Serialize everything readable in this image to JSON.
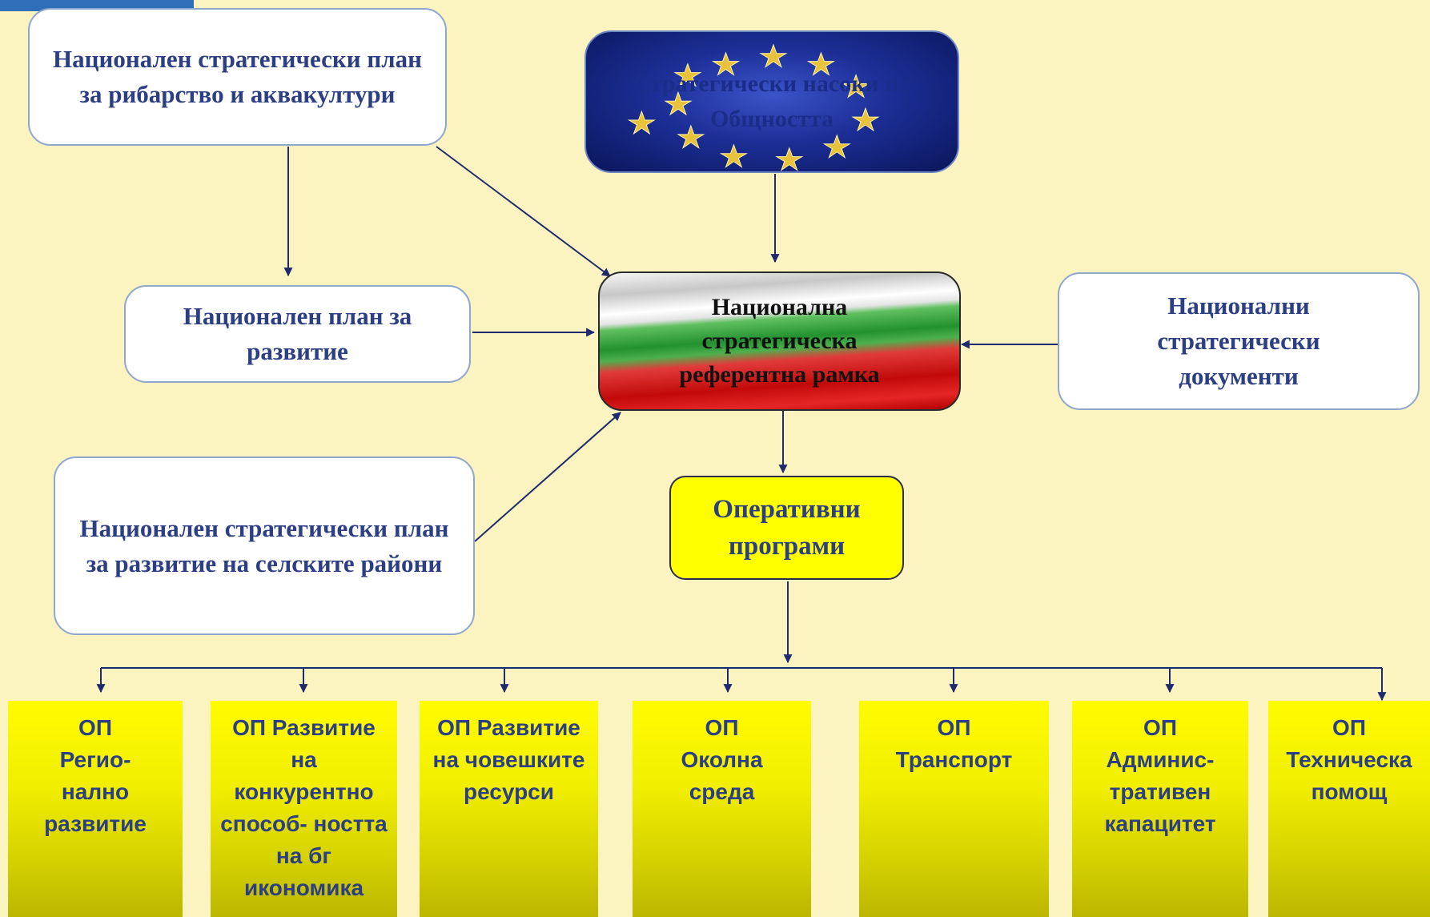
{
  "sources": {
    "fisheries_plan": "Национален стратегически план за рибарство и аквакултури",
    "development_plan": "Национален план за развитие",
    "rural_plan": "Национален стратегически план за развитие на селските райони",
    "national_documents": "Национални стратегически документи",
    "community_guidelines": "Стратегически насоки на Общността"
  },
  "nsrf": {
    "label": "Национална стратегическа референтна рамка"
  },
  "operational_programmes": {
    "label": "Оперативни програми",
    "items": [
      {
        "label": "ОП Регио- нално развитие"
      },
      {
        "label": "ОП Развитие на конкурентно способ- ността на бг икономика"
      },
      {
        "label": "ОП Развитие на човешките ресурси"
      },
      {
        "label": "ОП Околна среда"
      },
      {
        "label": "ОП Транспорт"
      },
      {
        "label": "ОП Админис- тративен капацитет"
      },
      {
        "label": "ОП Техническа помощ"
      }
    ]
  },
  "colors": {
    "background": "#fbf3c0",
    "source_text": "#2c3e84",
    "arrow": "#1f2a6e",
    "op_fill": "#ffff00"
  }
}
